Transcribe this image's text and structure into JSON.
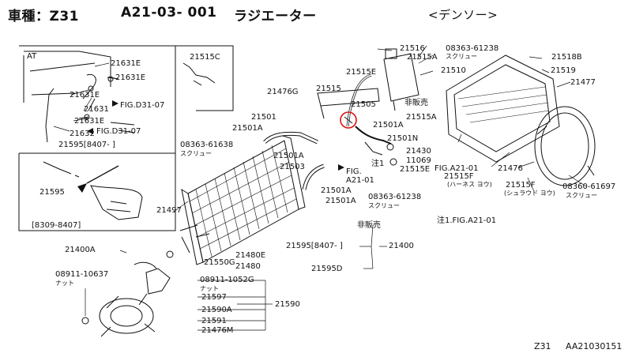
{
  "header": {
    "model": "車種：Z31",
    "code": "A21-03- 001",
    "part": "ラジエーター",
    "maker": "<デンソー>"
  },
  "footer": {
    "model": "Z31",
    "ref": "AA21030151"
  },
  "notes": {
    "at": "AT",
    "note1": "注1.FIG.A21-01",
    "chu1": "注1"
  },
  "labels": {
    "p21631E_1": "21631E",
    "p21631E_2": "21631E",
    "p21631E_3": "21631E",
    "p21631E_4": "21631E",
    "p21631": "21631",
    "fig1": "FIG.D31-07",
    "fig2": "FIG.D31-07",
    "p21632": "21632",
    "p21595a": "21595[8407-  ]",
    "p21515C": "21515C",
    "p21595": "21595",
    "range": "[8309-8407]",
    "p21476G": "21476G",
    "p21515": "21515",
    "p21515E_1": "21515E",
    "p21516": "21516",
    "p21515A_1": "21515A",
    "p21505": "21505",
    "hihanbai1": "非販売",
    "p21515A_2": "21515A",
    "p21501A_1": "21501A",
    "p21501N": "21501N",
    "p21501": "21501",
    "p21501A_2": "21501A",
    "p21501A_3": "21501A",
    "p21503": "21503",
    "figA": "FIG.",
    "figA2": "A21-01",
    "p21501A_4": "21501A",
    "p21501A_5": "21501A",
    "bolt1": "08363-61638",
    "screw1": "スクリュー",
    "bolt2": "08363-61238",
    "screw2": "スクリュー",
    "bolt3": "08363-61238",
    "screw3": "スクリュー",
    "p21430": "21430",
    "p11069": "11069",
    "p21515E_2": "21515E",
    "p21518B": "21518B",
    "p21519": "21519",
    "p21510": "21510",
    "p21477": "21477",
    "figA21": "FIG.A21-01",
    "p21515F_1": "21515F",
    "harness": "(ハーネス ヨウ)",
    "p21476": "21476",
    "p21515F_2": "21515F",
    "shroud": "(シュラウド ヨウ)",
    "bolt4": "08360-61697",
    "screw4": "スクリュー",
    "p21497": "21497",
    "p21400A": "21400A",
    "hihanbai2": "非販売",
    "p21595b": "21595[8407-  ]",
    "p21400": "21400",
    "p21595D": "21595D",
    "p21550G": "21550G",
    "p21480E": "21480E",
    "p21480": "21480",
    "nut1": "08911-10637",
    "nut1n": "ナット",
    "nut2": "08911-1052G",
    "nut2n": "ナット",
    "p21597": "21597",
    "p21590A": "21590A",
    "p21590": "21590",
    "p21591": "21591",
    "p21476M": "21476M"
  }
}
